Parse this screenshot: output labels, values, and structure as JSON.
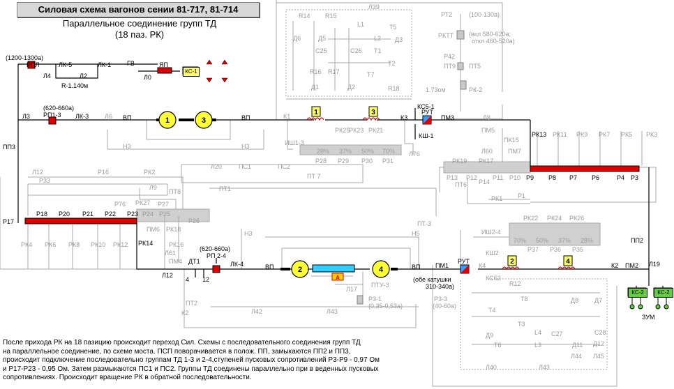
{
  "title": "Силовая схема вагонов сении 81-717, 81-714",
  "subtitle_lines": [
    "Параллельное соединение групп ТД",
    "(18 паз. РК)"
  ],
  "description_lines": [
    "После прихода РК на 18 пазицию происходит переход Сил. Схемы с последовательного соединения групп ТД",
    "на параллельное соединение,  по схеме моста.  ПСП поворачивается в полож. ПП, замыкаются ПП2 и ПП3,",
    "происходит подключение последовательно группам ТД 1-3 и 2-4,ступеней  пусковых сопротивлений Р3-Р9 - 0,97 Ом",
    "и Р17-Р23 - 0,95 Ом.  Затем размыкаются ПС1 и ПС2. Группы ТД соединены параллельно при в веденных пусковых",
    "сопротивлениях. Происходит вращение РК в обратной последовательности."
  ],
  "motors": [
    "1",
    "3",
    "2",
    "4"
  ],
  "fields": [
    "1",
    "3",
    "2",
    "4"
  ],
  "colors": {
    "resistor_active": "#e00000",
    "motor_fill": "#ffff33",
    "wire": "#000000",
    "inactive": "#a8a8a8",
    "field_coil": "#d00000",
    "ks_box": "#ffff66",
    "zum_box": "#66cc44"
  },
  "labels": {
    "rpl_range": "(1200-1300а)",
    "rpl": "РПЛ",
    "lk5": "ЛК-5",
    "lk1": "ЛК-1",
    "gv": "ГВ",
    "yap": "ЯП",
    "ks1": "КС-1",
    "l4": "Л4",
    "l2": "Л2",
    "l0": "Л0",
    "r_val": "R-1.140м",
    "rp13_range": "(620-660а)",
    "rp13": "РП1-3",
    "lk3": "ЛК-3",
    "l3": "Л3",
    "l6": "Л6",
    "vp": "ВП",
    "n3": "Н3",
    "k1": "К1",
    "pp3": "ПП3",
    "p17": "Р17",
    "rk14": "РК14",
    "p18": "Р18",
    "p20": "Р20",
    "p21": "Р21",
    "p22": "Р22",
    "p23": "Р23",
    "rp24_range": "(620-660а)",
    "rp24": "РП 2-4",
    "dt1": "ДТ1",
    "dt1_4": "4",
    "dt1_12": "12",
    "lk4": "ЛК-4",
    "l12": "Л12",
    "rut": "РУТ",
    "pm1": "ПМ1",
    "pm2": "ПМ2",
    "pm3": "ПМ3",
    "k2": "К2",
    "k3": "К3",
    "k4": "К4",
    "rut_range": "(обе катушки",
    "rut_range2": "310-340а)",
    "pp2": "ПП2",
    "l19": "Л19",
    "zum": "ЗУМ",
    "ks2": "КС-2",
    "rk13": "РК13",
    "p9": "Р9",
    "p8": "Р8",
    "p7": "Р7",
    "p6": "Р6",
    "p4": "Р4",
    "p3": "Р3",
    "ks5_1": "КС5-1",
    "ksh1": "КШ-1",
    "l76": "Л76",
    "rk25": "РК25",
    "rk23": "РК23",
    "rk21": "РК21",
    "ish13": "ИШ1-3",
    "pct28": "28%",
    "pct37": "37%",
    "pct50": "50%",
    "pct70": "70%",
    "r28": "Р28",
    "r29": "Р29",
    "r30": "Р30",
    "r31": "Р31",
    "l39": "Л39",
    "r14": "R14",
    "r15": "R15",
    "l1": "L1",
    "l2c": "L2",
    "t5": "Т5",
    "d6": "Д6",
    "d5": "Д5",
    "d3": "Д3",
    "c25": "C25",
    "c26": "C26",
    "t1": "Т1",
    "t2": "Т2",
    "r16": "R16",
    "r17": "R17",
    "t7": "Т7",
    "d1": "Д1",
    "d2": "Д2",
    "r18": "R18",
    "rt2": "РТ2",
    "rt2_range": "(100-130а)",
    "rktt": "РКТТ",
    "rktt_range": "(вкл 580-620а;",
    "rktt_range2": "откл 460-520а)",
    "p42": "Р42",
    "pt9": "ПТ9",
    "pt5": "ПТ5",
    "r_173": "1.73ом",
    "rk2": "РК-2",
    "l8": "Л8",
    "pm5": "ПМ5",
    "pk15": "ПК15",
    "l60": "Л60",
    "pm7": "ПМ7",
    "rk19": "РК19",
    "rk17": "РК17",
    "rk11": "РК11",
    "rk9": "РК9",
    "rk7": "РК7",
    "rk5": "РК5",
    "rk3": "РК3",
    "p13": "Р13",
    "p12": "Р12",
    "p11": "Р11",
    "p10": "Р10",
    "pt6": "ПТ6",
    "p14": "Р14",
    "rk1": "РК1",
    "p1": "Р1",
    "l20": "Л20",
    "ps1": "ПС1",
    "ps2": "ПС2",
    "pt7": "ПТ 7",
    "pt1": "ПТ1",
    "l12g": "Л12",
    "p16": "Р16",
    "rk2g": "РК2",
    "p33": "Р33",
    "l9": "Л9",
    "pt8": "ПТ8",
    "p76": "Р76",
    "rk27": "РК27",
    "p27": "Р27",
    "p24": "Р24",
    "p25": "Р25",
    "p26": "Р26",
    "pm6": "ПМ6",
    "rk18": "РК18",
    "rk16": "РК16",
    "l61": "Л61",
    "pm4": "ПМ4",
    "rk4": "РК4",
    "rk6": "РК6",
    "rk8": "РК8",
    "rk10": "РК10",
    "rk12": "РК12",
    "n5": "Н5",
    "pt3": "ПТ-3",
    "pt_3": "ПТУ-3",
    "l17": "Л17",
    "r3_1": "Р3-1",
    "r3_1_range": "(0,35-0,53а)",
    "l42": "Л42",
    "l43": "Л43",
    "pt2": "ПТ2",
    "ish24": "ИШ2-4",
    "ksh2": "КШ2",
    "ks62": "КС62",
    "r12": "R12",
    "rk22": "РК22",
    "rk24": "РК24",
    "rk26": "РК26",
    "pct70b": "70%",
    "pct50b": "50%",
    "pct37b": "37%",
    "pct28b": "28%",
    "p37": "Р37",
    "p36": "Р36",
    "p35": "Р35",
    "r3_3": "Р3-3",
    "r3_3_range": "(40-60а)",
    "t8": "Т8",
    "t4": "Т4",
    "t3": "Т3",
    "l4c": "L4",
    "l3c": "L3",
    "d8": "Д8",
    "d7": "Д7",
    "d9": "Д9",
    "t6": "Т6",
    "c27": "C27",
    "c28": "C28",
    "d11": "Д11",
    "d12": "Д12",
    "l44": "Л44",
    "l45": "Л45",
    "l40": "Л40",
    "l43b": "Л43",
    "a_label": "А"
  }
}
